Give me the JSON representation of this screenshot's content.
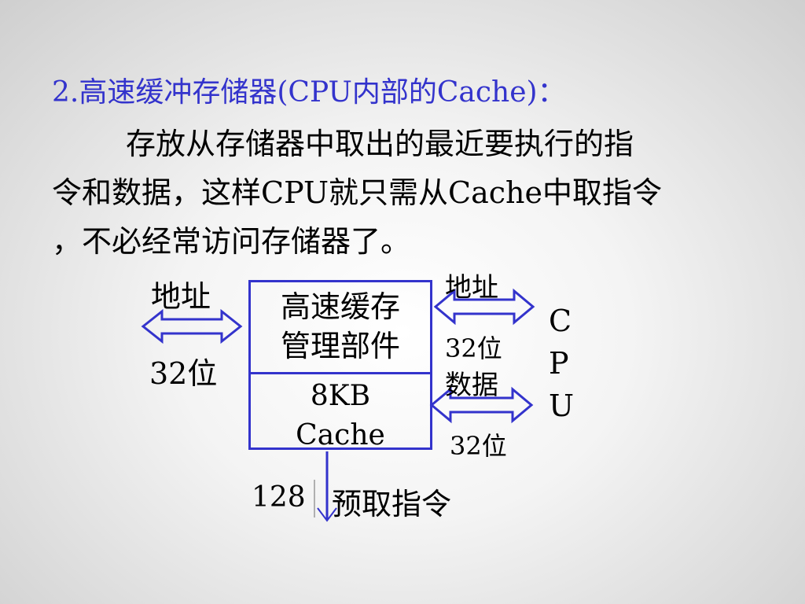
{
  "slide": {
    "title": "2.高速缓冲存储器(CPU内部的Cache)：",
    "paragraph_lines": [
      "存放从存储器中取出的最近要执行的指",
      "令和数据，这样CPU就只需从Cache中取指令",
      "，不必经常访问存储器了。"
    ]
  },
  "diagram": {
    "left_address_label": "地址",
    "left_width_label": "32位",
    "box_top_lines": [
      "高速缓存",
      "管理部件"
    ],
    "box_bottom_lines": [
      "8KB",
      "Cache"
    ],
    "right_address_label": "地址",
    "right_address_width_label": "32位",
    "right_data_label": "数据",
    "right_data_width_label": "32位",
    "cpu_letters": [
      "C",
      "P",
      "U"
    ],
    "prefetch_width_label": "128",
    "prefetch_label": "预取指令"
  },
  "colors": {
    "title": "#3333cc",
    "box_border": "#3333cc",
    "arrow_stroke": "#3333cc"
  }
}
